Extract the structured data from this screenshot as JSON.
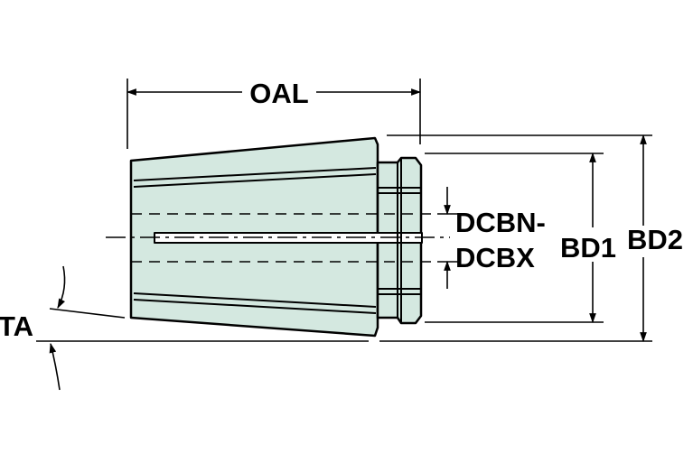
{
  "labels": {
    "oal": "OAL",
    "dcbn": "DCBN-",
    "dcbx": "DCBX",
    "bd1": "BD1",
    "bd2": "BD2",
    "ta": "TA"
  },
  "colors": {
    "body_fill": "#d4e8e0",
    "line": "#000000",
    "background": "#ffffff"
  }
}
